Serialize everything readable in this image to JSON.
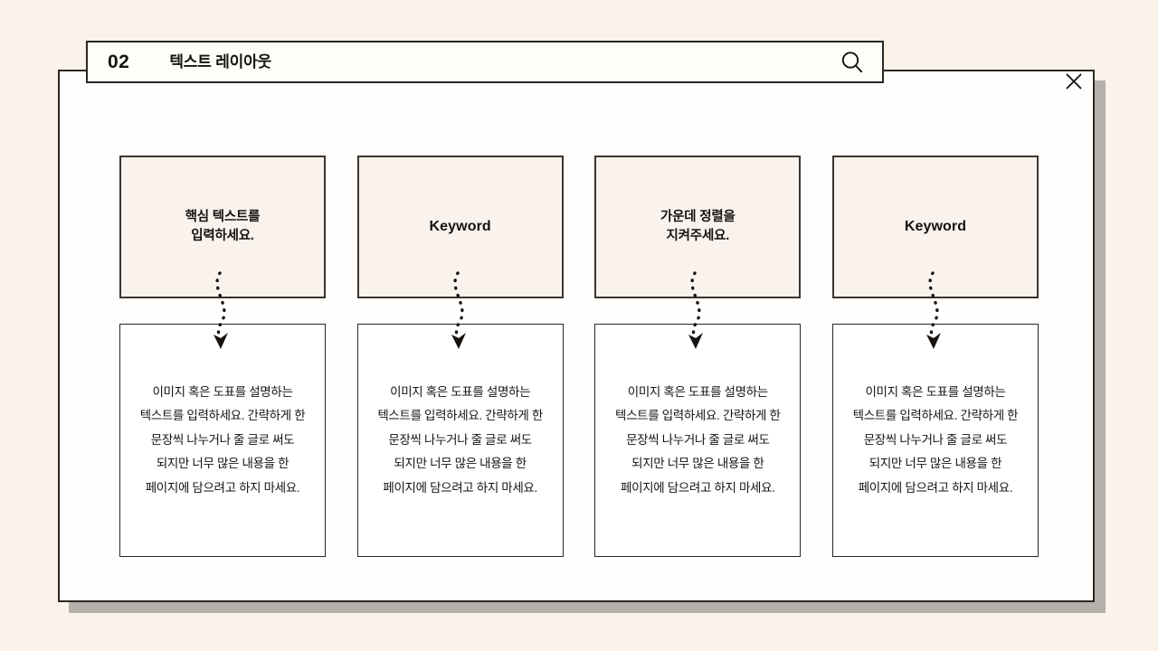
{
  "slide": {
    "background_color": "#fbf3e9",
    "panel_color": "#fffefc",
    "shadow_color": "#b5b0ac",
    "border_color": "#2b2723",
    "card_color": "#faf2ec"
  },
  "header": {
    "number": "02",
    "title": "텍스트 레이아웃",
    "search_icon": "search-icon"
  },
  "close": {
    "icon": "close-icon",
    "label": "×"
  },
  "columns": [
    {
      "keyword": "핵심 텍스트를\n입력하세요.",
      "keyword_script": "korean",
      "connector": "dotted-curved-arrow-down",
      "description": "이미지 혹은 도표를 설명하는 텍스트를 입력하세요. 간략하게 한 문장씩 나누거나 줄 글로 써도 되지만 너무 많은 내용을 한 페이지에 담으려고 하지 마세요."
    },
    {
      "keyword": "Keyword",
      "keyword_script": "latin",
      "connector": "dotted-curved-arrow-down",
      "description": "이미지 혹은 도표를 설명하는 텍스트를 입력하세요. 간략하게 한 문장씩 나누거나 줄 글로 써도 되지만 너무 많은 내용을 한 페이지에 담으려고 하지 마세요."
    },
    {
      "keyword": "가운데 정렬을\n지켜주세요.",
      "keyword_script": "korean",
      "connector": "dotted-curved-arrow-down",
      "description": "이미지 혹은 도표를 설명하는 텍스트를 입력하세요. 간략하게 한 문장씩 나누거나 줄 글로 써도 되지만 너무 많은 내용을 한 페이지에 담으려고 하지 마세요."
    },
    {
      "keyword": "Keyword",
      "keyword_script": "latin",
      "connector": "dotted-curved-arrow-down",
      "description": "이미지 혹은 도표를 설명하는 텍스트를 입력하세요. 간략하게 한 문장씩 나누거나 줄 글로 써도 되지만 너무 많은 내용을 한 페이지에 담으려고 하지 마세요."
    }
  ]
}
